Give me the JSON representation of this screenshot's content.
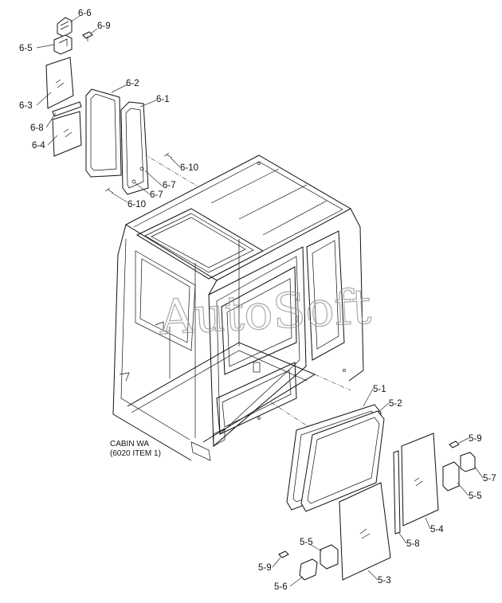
{
  "labels": {
    "p6_6": "6-6",
    "p6_9": "6-9",
    "p6_5": "6-5",
    "p6_3": "6-3",
    "p6_2": "6-2",
    "p6_1": "6-1",
    "p6_8": "6-8",
    "p6_4": "6-4",
    "p6_10a": "6-10",
    "p6_7a": "6-7",
    "p6_7b": "6-7",
    "p6_10b": "6-10",
    "p5_1": "5-1",
    "p5_2": "5-2",
    "p5_9a": "5-9",
    "p5_7": "5-7",
    "p5_5a": "5-5",
    "p5_4": "5-4",
    "p5_8": "5-8",
    "p5_5b": "5-5",
    "p5_9b": "5-9",
    "p5_6": "5-6",
    "p5_3": "5-3"
  },
  "note": {
    "line1": "CABIN WA",
    "line2": "(6020 ITEM 1)"
  },
  "watermark": "AutoSoft"
}
